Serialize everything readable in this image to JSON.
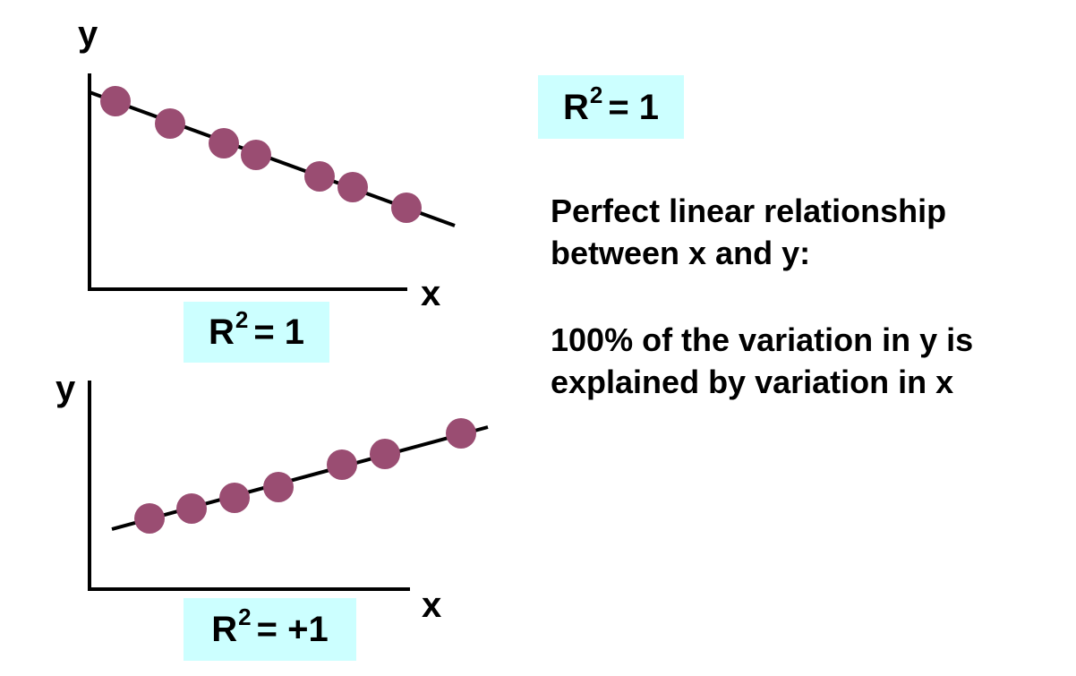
{
  "colors": {
    "point": "#9a4d72",
    "highlight": "#ccffff",
    "line": "#000000"
  },
  "top_plot": {
    "y_label": "y",
    "x_label": "x",
    "r2_base": "R",
    "r2_exp": "2",
    "r2_rest": "= 1"
  },
  "bottom_plot": {
    "y_label": "y",
    "x_label": "x",
    "r2_base": "R",
    "r2_exp": "2",
    "r2_rest": "= +1"
  },
  "side_panel": {
    "r2_base": "R",
    "r2_exp": "2",
    "r2_rest": "= 1",
    "desc_line1": "Perfect linear relationship",
    "desc_line2": "between x and y:",
    "desc_line3": "100% of the variation in y is",
    "desc_line4": "explained by variation in x"
  },
  "chart_data": [
    {
      "type": "scatter",
      "trend": "negative",
      "points": 7,
      "r_squared": 1,
      "xlabel": "x",
      "ylabel": "y"
    },
    {
      "type": "scatter",
      "trend": "positive",
      "points": 7,
      "r_squared": 1,
      "xlabel": "x",
      "ylabel": "y"
    }
  ]
}
